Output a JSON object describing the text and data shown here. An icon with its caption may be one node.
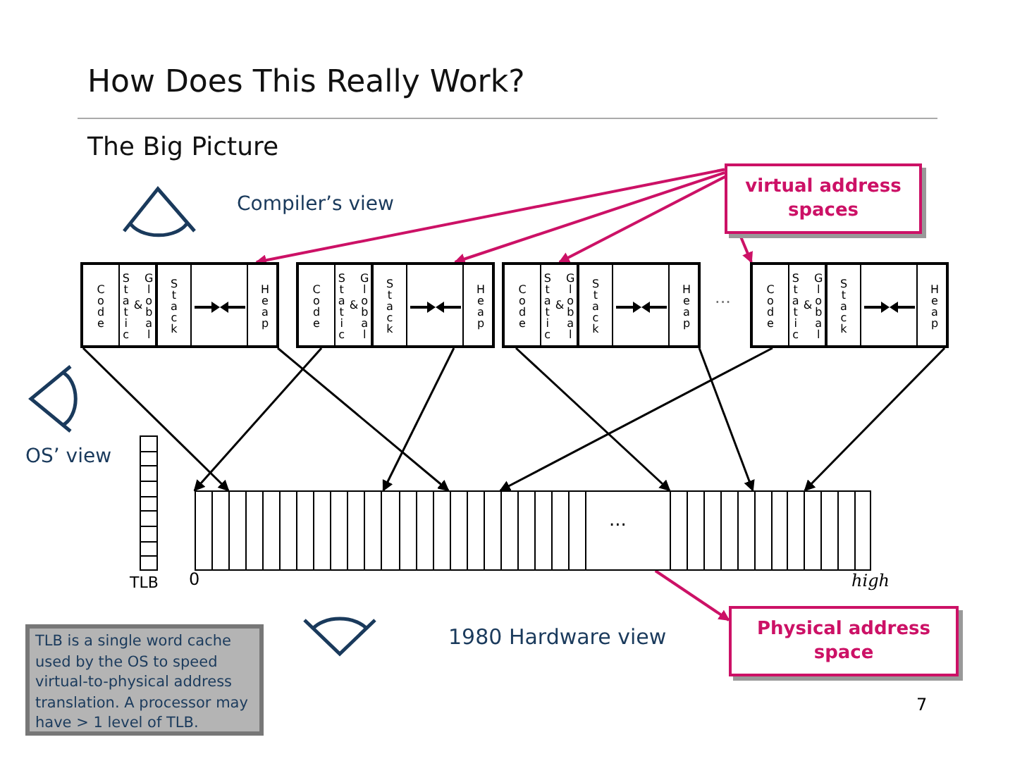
{
  "diagram": {
    "title": "How Does This Really Work?",
    "nodes": [
      {
        "text": [
          "virtual address spaces"
        ]
      },
      {
        "text": [],
        "shape": "box"
      },
      {
        "text": [
          "Code"
        ],
        "in": 1
      },
      {
        "text": [
          "Static",
          "&",
          "Global"
        ],
        "in": 1
      },
      {
        "text": [
          "Stack"
        ],
        "in": 1
      },
      {
        "text": [
          "Heap"
        ],
        "in": 1
      },
      {
        "text": [],
        "shape": "box"
      },
      {
        "text": [
          "Code"
        ],
        "in": 6
      },
      {
        "text": [
          "Static",
          "&",
          "Global"
        ],
        "in": 6
      },
      {
        "text": [
          "Stack"
        ],
        "in": 6
      },
      {
        "text": [
          "Heap"
        ],
        "in": 6
      },
      {
        "text": [],
        "shape": "box"
      },
      {
        "text": [
          "Code"
        ],
        "in": 11
      },
      {
        "text": [
          "Static",
          "&",
          "Global"
        ],
        "in": 11
      },
      {
        "text": [
          "Stack"
        ],
        "in": 11
      },
      {
        "text": [
          "Heap"
        ],
        "in": 11
      },
      {
        "text": [],
        "shape": "box"
      },
      {
        "text": [
          "Code"
        ],
        "in": 16
      },
      {
        "text": [
          "Static",
          "&",
          "Global"
        ],
        "in": 16
      },
      {
        "text": [
          "Stack"
        ],
        "in": 16
      },
      {
        "text": [
          "Heap"
        ],
        "in": 16
      },
      {
        "text": [],
        "shape": "bar"
      },
      {
        "text": [],
        "shape": "bar",
        "beside": [
          "TLB"
        ]
      },
      {
        "text": [
          "Physical address space"
        ]
      },
      {
        "text": [
          "TLB is a single word cache used by the OS to speed virtual-to-physical address translation. A processor may have > 1 level of TLB."
        ]
      }
    ],
    "edges": [
      {
        "from": 0,
        "to": 1,
        "arrow": "to",
        "color": "#cc1166"
      },
      {
        "from": 0,
        "to": 6,
        "arrow": "to",
        "color": "#cc1166"
      },
      {
        "from": 0,
        "to": 11,
        "arrow": "to",
        "color": "#cc1166"
      },
      {
        "from": 0,
        "to": 16,
        "arrow": "to",
        "color": "#cc1166"
      },
      {
        "from": 1,
        "to": 21,
        "arrow": "to"
      },
      {
        "from": 1,
        "to": 21,
        "arrow": "to"
      },
      {
        "from": 6,
        "to": 21,
        "arrow": "to"
      },
      {
        "from": 6,
        "to": 21,
        "arrow": "to"
      },
      {
        "from": 11,
        "to": 21,
        "arrow": "to"
      },
      {
        "from": 11,
        "to": 21,
        "arrow": "to"
      },
      {
        "from": 16,
        "to": 21,
        "arrow": "to"
      },
      {
        "from": 16,
        "to": 21,
        "arrow": "to"
      },
      {
        "from": 21,
        "to": 23,
        "arrow": "to",
        "color": "#cc1166"
      }
    ],
    "labels": [
      "The Big Picture",
      "Compiler’s view",
      "...",
      "OS’ view",
      "...",
      "0",
      "high",
      "1980 Hardware view",
      "7"
    ]
  }
}
